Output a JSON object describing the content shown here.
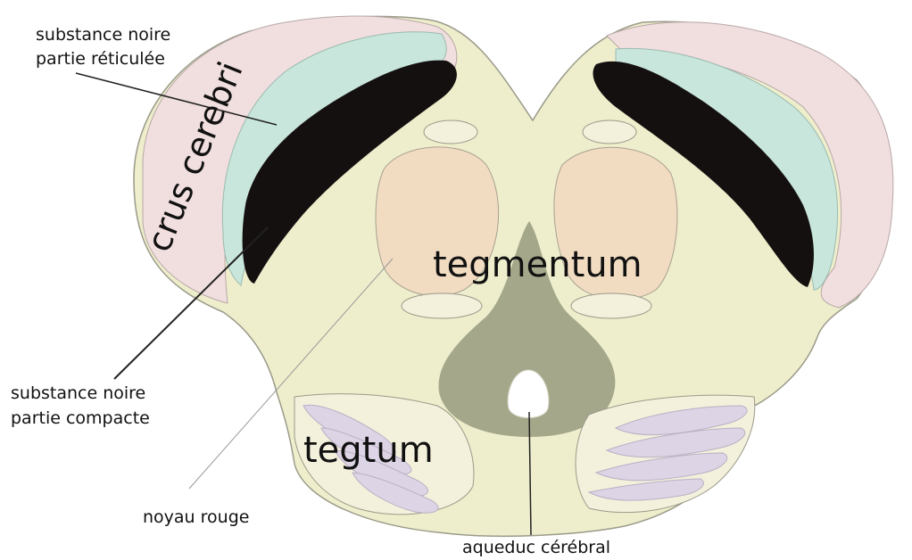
{
  "labels": {
    "sn_reticulata_line1": "substance noire",
    "sn_reticulata_line2": "partie réticulée",
    "crus_cerebri": "crus cerebri",
    "tegmentum": "tegmentum",
    "sn_compacta_line1": "substance noire",
    "sn_compacta_line2": "partie compacte",
    "tectum": "tegtum",
    "red_nucleus": "noyau rouge",
    "aqueduct": "aqueduc cérébral"
  },
  "colors": {
    "background": "#ffffff",
    "midbrain_body": "#eeeecc",
    "crus": "#f1dede",
    "reticulata": "#c8e6dc",
    "compacta": "#151010",
    "red_nucleus": "#f1dcc2",
    "periaqueductal_gray": "#a5a78b",
    "tectum_stripes": "#ddd5e5",
    "outline": "#9a9a8a"
  }
}
